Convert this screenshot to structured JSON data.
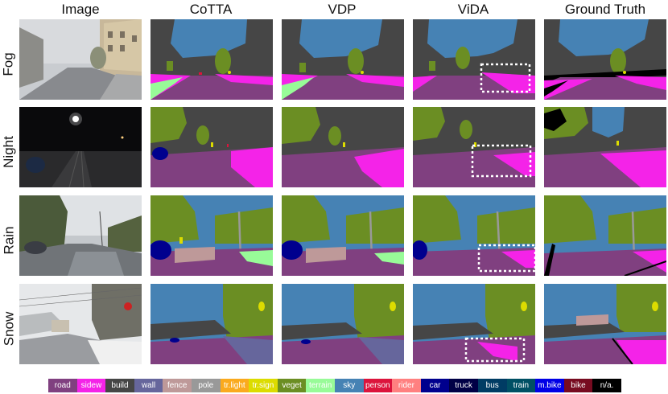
{
  "columns": [
    "Image",
    "CoTTA",
    "VDP",
    "ViDA",
    "Ground Truth"
  ],
  "rows": [
    "Fog",
    "Night",
    "Rain",
    "Snow"
  ],
  "legend": [
    {
      "label": "road",
      "color": "#804080"
    },
    {
      "label": "sidew",
      "color": "#f423e8"
    },
    {
      "label": "build",
      "color": "#464646"
    },
    {
      "label": "wall",
      "color": "#66669c"
    },
    {
      "label": "fence",
      "color": "#be9999"
    },
    {
      "label": "pole",
      "color": "#999999"
    },
    {
      "label": "tr.light",
      "color": "#faaa1e"
    },
    {
      "label": "tr.sign",
      "color": "#dcdc00"
    },
    {
      "label": "veget",
      "color": "#6b8e23"
    },
    {
      "label": "terrain",
      "color": "#98fb98"
    },
    {
      "label": "sky",
      "color": "#4682b4"
    },
    {
      "label": "person",
      "color": "#dc143c"
    },
    {
      "label": "rider",
      "color": "#ff8080"
    },
    {
      "label": "car",
      "color": "#00008e"
    },
    {
      "label": "truck",
      "color": "#000046"
    },
    {
      "label": "bus",
      "color": "#003c64"
    },
    {
      "label": "train",
      "color": "#005064"
    },
    {
      "label": "m.bike",
      "color": "#0000e6"
    },
    {
      "label": "bike",
      "color": "#770b20"
    },
    {
      "label": "n/a.",
      "color": "#000000"
    }
  ]
}
